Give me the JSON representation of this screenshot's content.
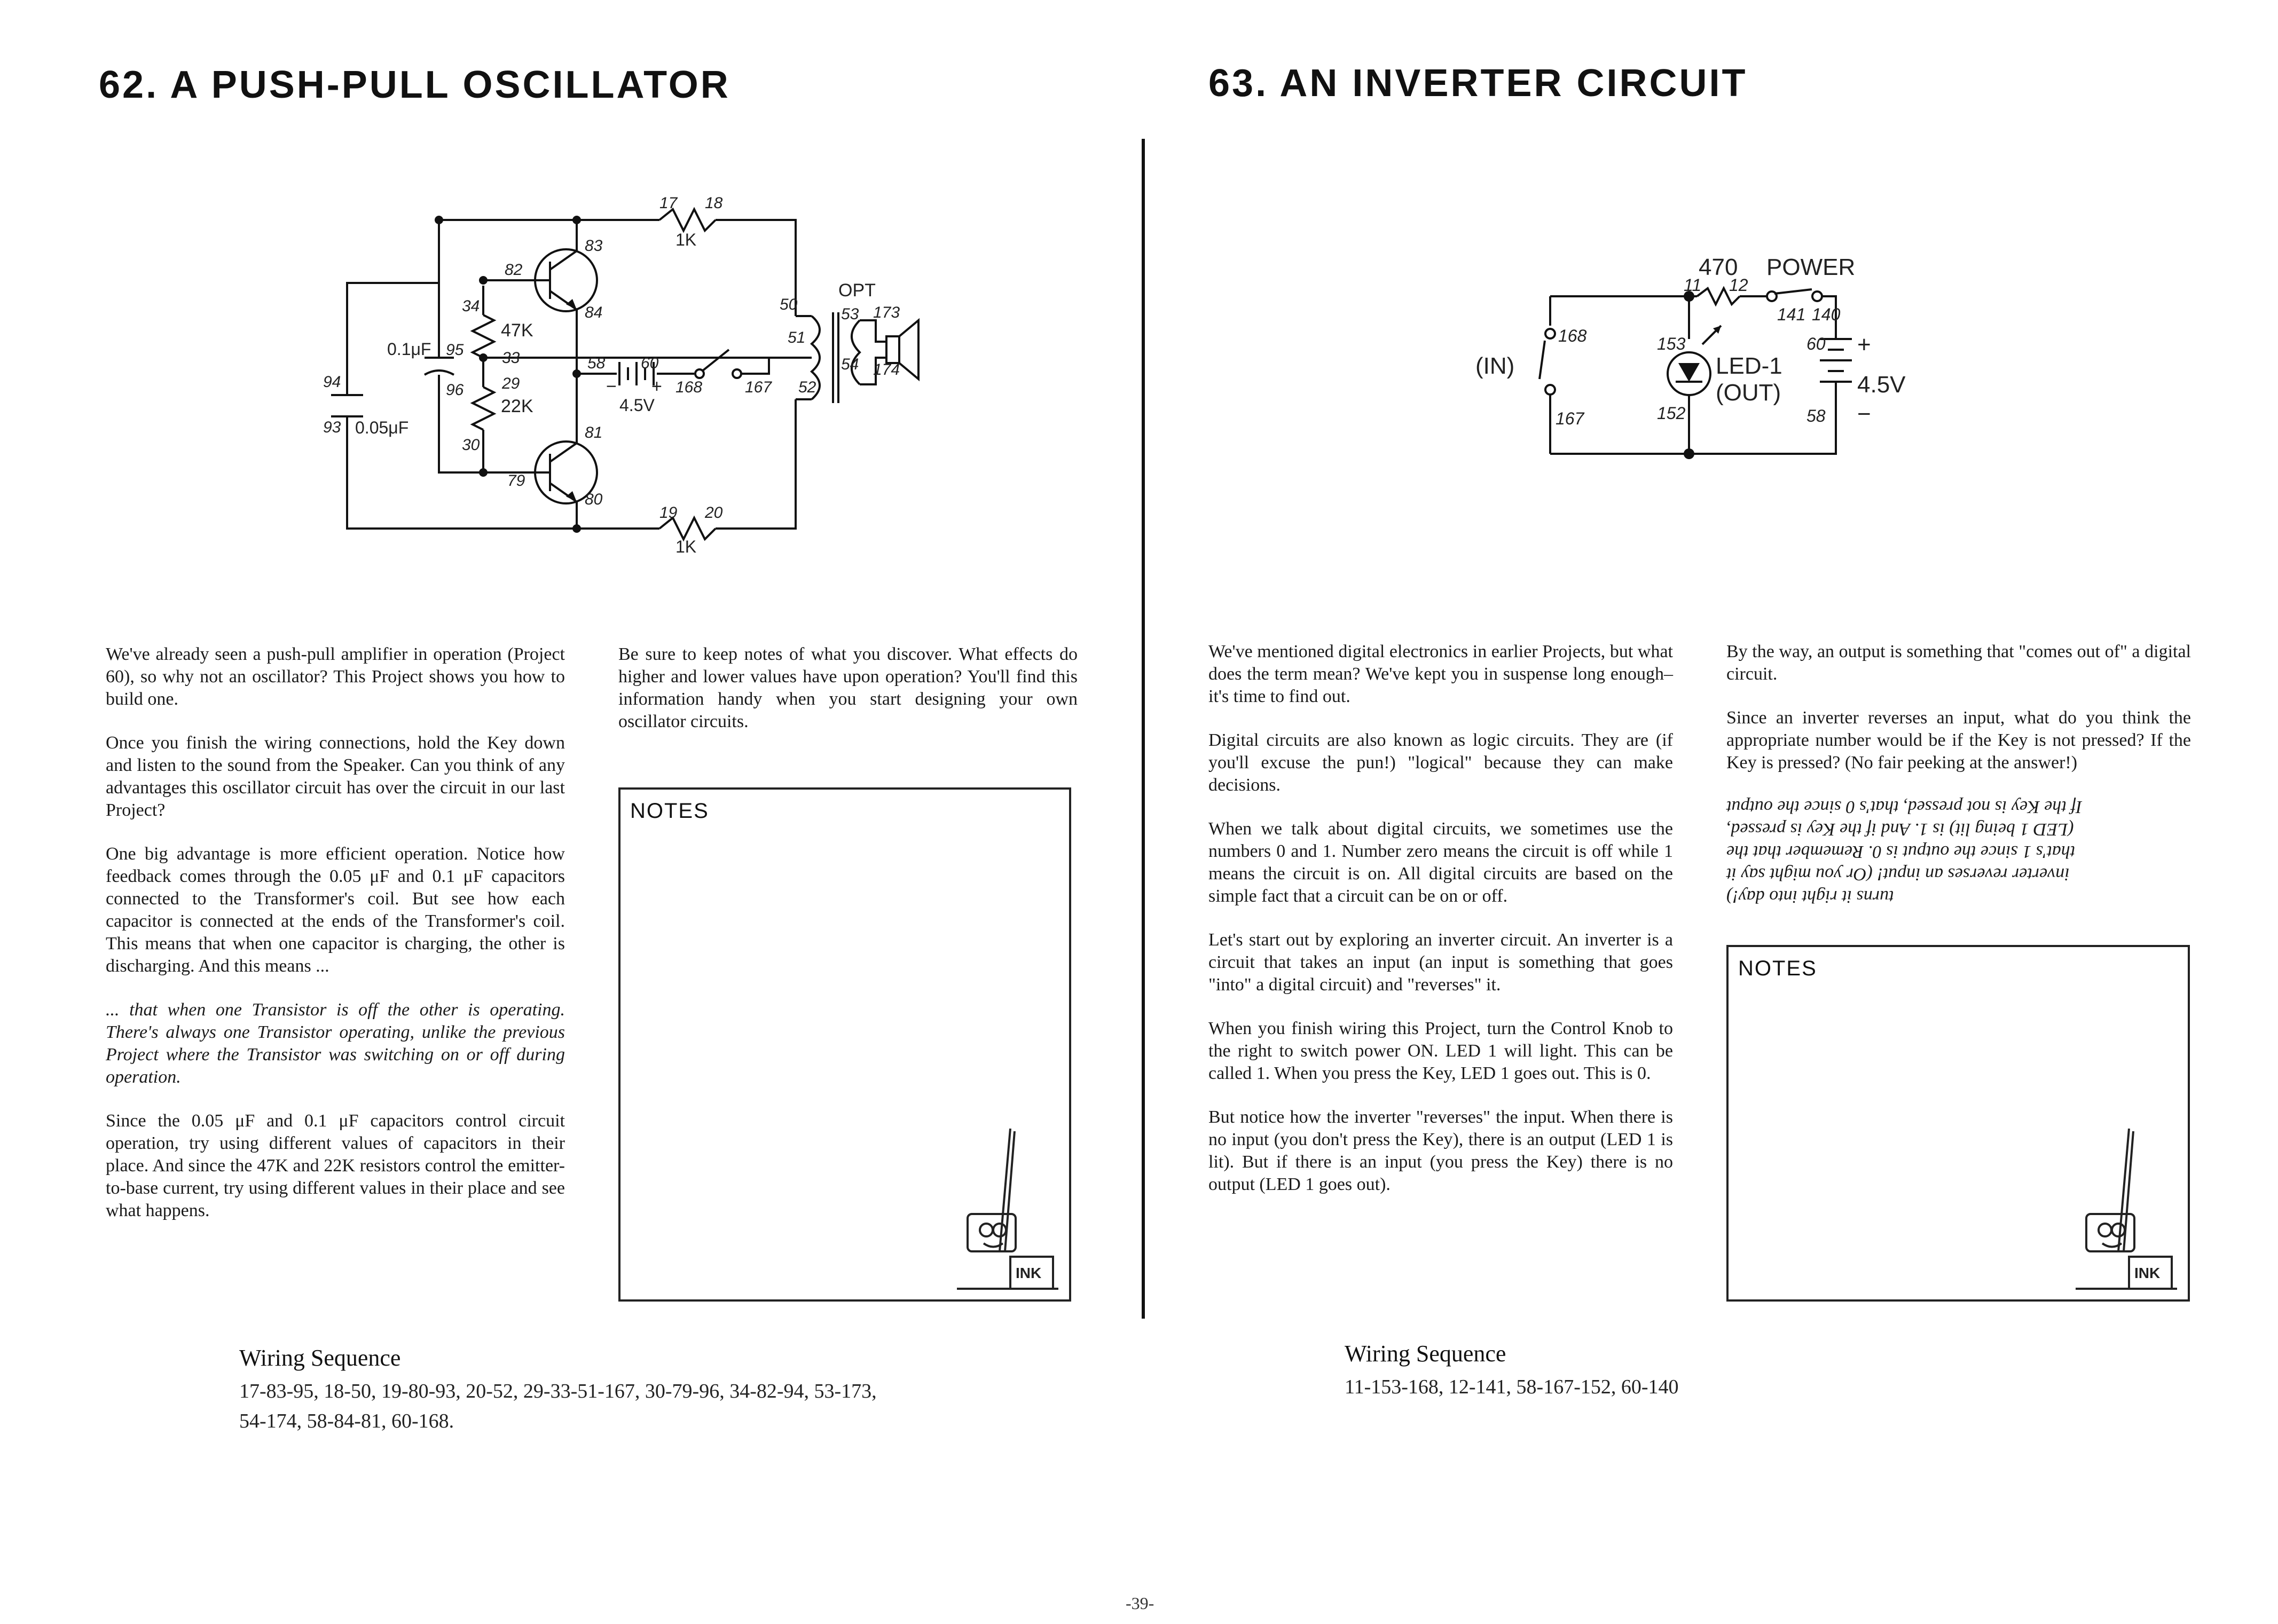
{
  "left": {
    "title": "62. A PUSH-PULL OSCILLATOR",
    "paragraphs_col1": [
      "We've already seen a push-pull amplifier in operation (Project 60), so why not an oscillator? This Project shows you how to build one.",
      "Once you finish the wiring connections, hold the Key down and listen to the sound from the Speaker. Can you think of any advantages this oscillator circuit has over the circuit in our last Project?",
      "One big advantage is more efficient operation. Notice how feedback comes through the 0.05 μF and 0.1 μF capacitors connected to the Transformer's coil. But see how each capacitor is connected at the ends of the Transformer's coil. This means that when one capacitor is charging, the other is discharging. And this means ...",
      "... that when one Transistor is off the other is operating. There's always one Transistor operating, unlike the previous Project where the Transistor was switching on or off during operation.",
      "Since the 0.05 μF and 0.1 μF capacitors control circuit operation, try using different values of capacitors in their place. And since the 47K and 22K resistors control the emitter-to-base current, try using different values in their place and see what happens."
    ],
    "paragraph_col2": "Be sure to keep notes of what you discover. What effects do higher and lower values have upon operation? You'll find this information handy when you start designing your own oscillator circuits.",
    "notes_label": "NOTES",
    "wiring_title": "Wiring Sequence",
    "wiring_line1": "17-83-95, 18-50, 19-80-93, 20-52, 29-33-51-167, 30-79-96, 34-82-94, 53-173,",
    "wiring_line2": "54-174, 58-84-81, 60-168.",
    "schematic": {
      "r1_value": "1K",
      "r1_t1": "17",
      "r1_t2": "18",
      "r2_value": "1K",
      "r2_t1": "19",
      "r2_t2": "20",
      "c1_value": "0.1μF",
      "c1_t1": "95",
      "c1_t2": "96",
      "c2_value": "0.05μF",
      "c2_t1": "94",
      "c2_t2": "93",
      "r3_value": "47K",
      "r3_t1": "34",
      "r3_t2": "33",
      "r4_value": "22K",
      "r4_t1": "29",
      "r4_t2": "30",
      "q1_b": "82",
      "q1_c": "83",
      "q1_e": "84",
      "q2_b": "79",
      "q2_c": "80",
      "q2_e": "81",
      "batt_value": "4.5V",
      "batt_minus": "58",
      "batt_plus": "60",
      "batt_minus_sign": "−",
      "batt_plus_sign": "+",
      "key_t1": "168",
      "key_t2": "167",
      "opt_label": "OPT",
      "t_50": "50",
      "t_51": "51",
      "t_52": "52",
      "t_53": "53",
      "t_54": "54",
      "spk_173": "173",
      "spk_174": "174"
    }
  },
  "right": {
    "title": "63. AN INVERTER CIRCUIT",
    "col1": [
      "We've mentioned digital electronics in earlier Projects, but what does the term mean? We've kept you in suspense long enough–it's time to find out.",
      "Digital circuits are also known as logic circuits. They are (if you'll excuse the pun!) \"logical\" because they can make decisions.",
      "When we talk about digital circuits, we sometimes use the numbers 0 and 1. Number zero means the circuit is off while 1 means the circuit is on. All digital circuits are based on the simple fact that a circuit can be on or off.",
      "Let's start out by exploring an inverter circuit. An inverter is a circuit that takes an input (an input is something that goes \"into\" a digital circuit) and \"reverses\" it.",
      "When you finish wiring this Project, turn the Control Knob to the right to switch power ON. LED 1 will light. This can be called 1. When you press the Key, LED 1 goes out. This is 0.",
      "But notice how the inverter \"reverses\" the input. When there is no input (you don't press the Key), there is an output (LED 1 is lit). But if there is an input (you press the Key) there is no output (LED 1 goes out)."
    ],
    "col2": [
      "By the way, an output is something that \"comes out of\" a digital circuit.",
      "Since an inverter reverses an input, what do you think the appropriate number would be if the Key is not pressed? If the Key is pressed? (No fair peeking at the answer!)"
    ],
    "upside_down": [
      "If the Key is not pressed, that's 0 since the output",
      "(LED 1 being lit) is 1. And if the Key is pressed,",
      "that's 1 since the output is 0. Remember that the",
      "inverter reverses an input! (Or you might say it",
      "turns it right into day!)"
    ],
    "notes_label": "NOTES",
    "wiring_title": "Wiring Sequence",
    "wiring_line1": "11-153-168, 12-141, 58-167-152, 60-140",
    "schematic": {
      "r_value": "470",
      "r_t1": "11",
      "r_t2": "12",
      "power_label": "POWER",
      "pw_t1": "141",
      "pw_t2": "140",
      "in_label": "(IN)",
      "key_t1": "168",
      "key_t2": "167",
      "led_label": "LED-1",
      "out_label": "(OUT)",
      "led_t1": "153",
      "led_t2": "152",
      "batt_value": "4.5V",
      "batt_plus": "60",
      "batt_minus": "58",
      "batt_plus_sign": "+",
      "batt_minus_sign": "−"
    }
  },
  "page_number": "-39-"
}
